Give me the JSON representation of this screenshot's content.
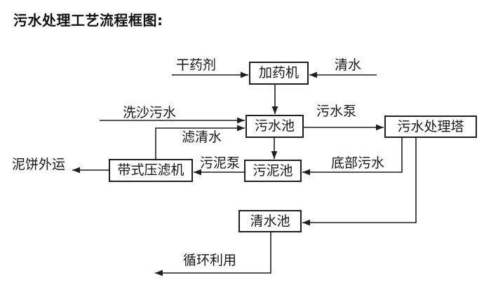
{
  "title": "污水处理工艺流程框图:",
  "nodes": {
    "dosing_machine": "加药机",
    "sewage_pool": "污水池",
    "sewage_treatment_tower": "污水处理塔",
    "sludge_pool": "污泥池",
    "belt_filter_press": "带式压滤机",
    "clean_water_pool": "清水池"
  },
  "flows": {
    "dry_agent": "干药剂",
    "clean_water": "清水",
    "sand_washing_sewage": "洗沙污水",
    "filtered_clean_water": "滤清水",
    "sewage_pump": "污水泵",
    "sludge_pump": "污泥泵",
    "bottom_sewage": "底部污水",
    "mud_cake_transport": "泥饼外运",
    "recycling": "循环利用"
  },
  "colors": {
    "line": "#1f1f1f",
    "text": "#161616",
    "background": "#ffffff"
  }
}
